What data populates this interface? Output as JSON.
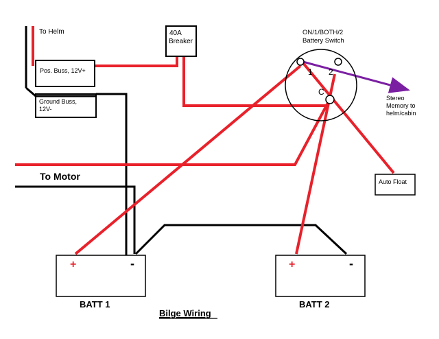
{
  "labels": {
    "to_helm": "To Helm",
    "breaker_line1": "40A",
    "breaker_line2": "Breaker",
    "switch_line1": "ON/1/BOTH/2",
    "switch_line2": "Battery Switch",
    "pos_buss": "Pos. Buss, 12V+",
    "ground_buss_line1": "Ground Buss,",
    "ground_buss_line2": "12V-",
    "terminal_1": "1",
    "terminal_2": "2",
    "terminal_c": "C",
    "stereo_line1": "Stereo",
    "stereo_line2": "Memory to",
    "stereo_line3": "helm/cabin",
    "auto_float": "Auto Float",
    "to_motor": "To Motor",
    "batt1_plus": "+",
    "batt1_minus": "-",
    "batt2_plus": "+",
    "batt2_minus": "-",
    "batt1_label": "BATT 1",
    "batt2_label": "BATT 2",
    "caption": "Bilge Wiring"
  },
  "colors": {
    "positive_wire": "#e8212b",
    "negative_wire": "#000000",
    "stereo_wire": "#7b1fa2",
    "outline": "#000000"
  }
}
